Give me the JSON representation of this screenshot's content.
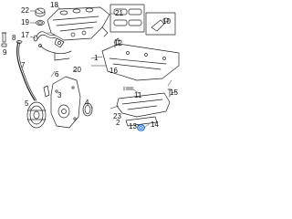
{
  "diagram": {
    "type": "exploded-parts-illustration",
    "subject": "engine oil pan, intake manifold and timing cover assembly",
    "highlight_color": "#1f6fd1",
    "line_color": "#222222",
    "highlighted_part_number": "13",
    "callouts": [
      {
        "id": "c1",
        "label": "1"
      },
      {
        "id": "c2",
        "label": "2"
      },
      {
        "id": "c3",
        "label": "3"
      },
      {
        "id": "c4",
        "label": "4"
      },
      {
        "id": "c5",
        "label": "5"
      },
      {
        "id": "c6",
        "label": "6"
      },
      {
        "id": "c7",
        "label": "7"
      },
      {
        "id": "c8",
        "label": "8"
      },
      {
        "id": "c9",
        "label": "9"
      },
      {
        "id": "c10",
        "label": "10"
      },
      {
        "id": "c11",
        "label": "11"
      },
      {
        "id": "c12",
        "label": "12"
      },
      {
        "id": "c13",
        "label": "13"
      },
      {
        "id": "c14",
        "label": "14"
      },
      {
        "id": "c15",
        "label": "15"
      },
      {
        "id": "c16",
        "label": "16"
      },
      {
        "id": "c17",
        "label": "17"
      },
      {
        "id": "c18",
        "label": "18"
      },
      {
        "id": "c19",
        "label": "19"
      },
      {
        "id": "c20",
        "label": "20"
      },
      {
        "id": "c21",
        "label": "21"
      },
      {
        "id": "c22",
        "label": "22"
      },
      {
        "id": "c23",
        "label": "23"
      }
    ]
  }
}
